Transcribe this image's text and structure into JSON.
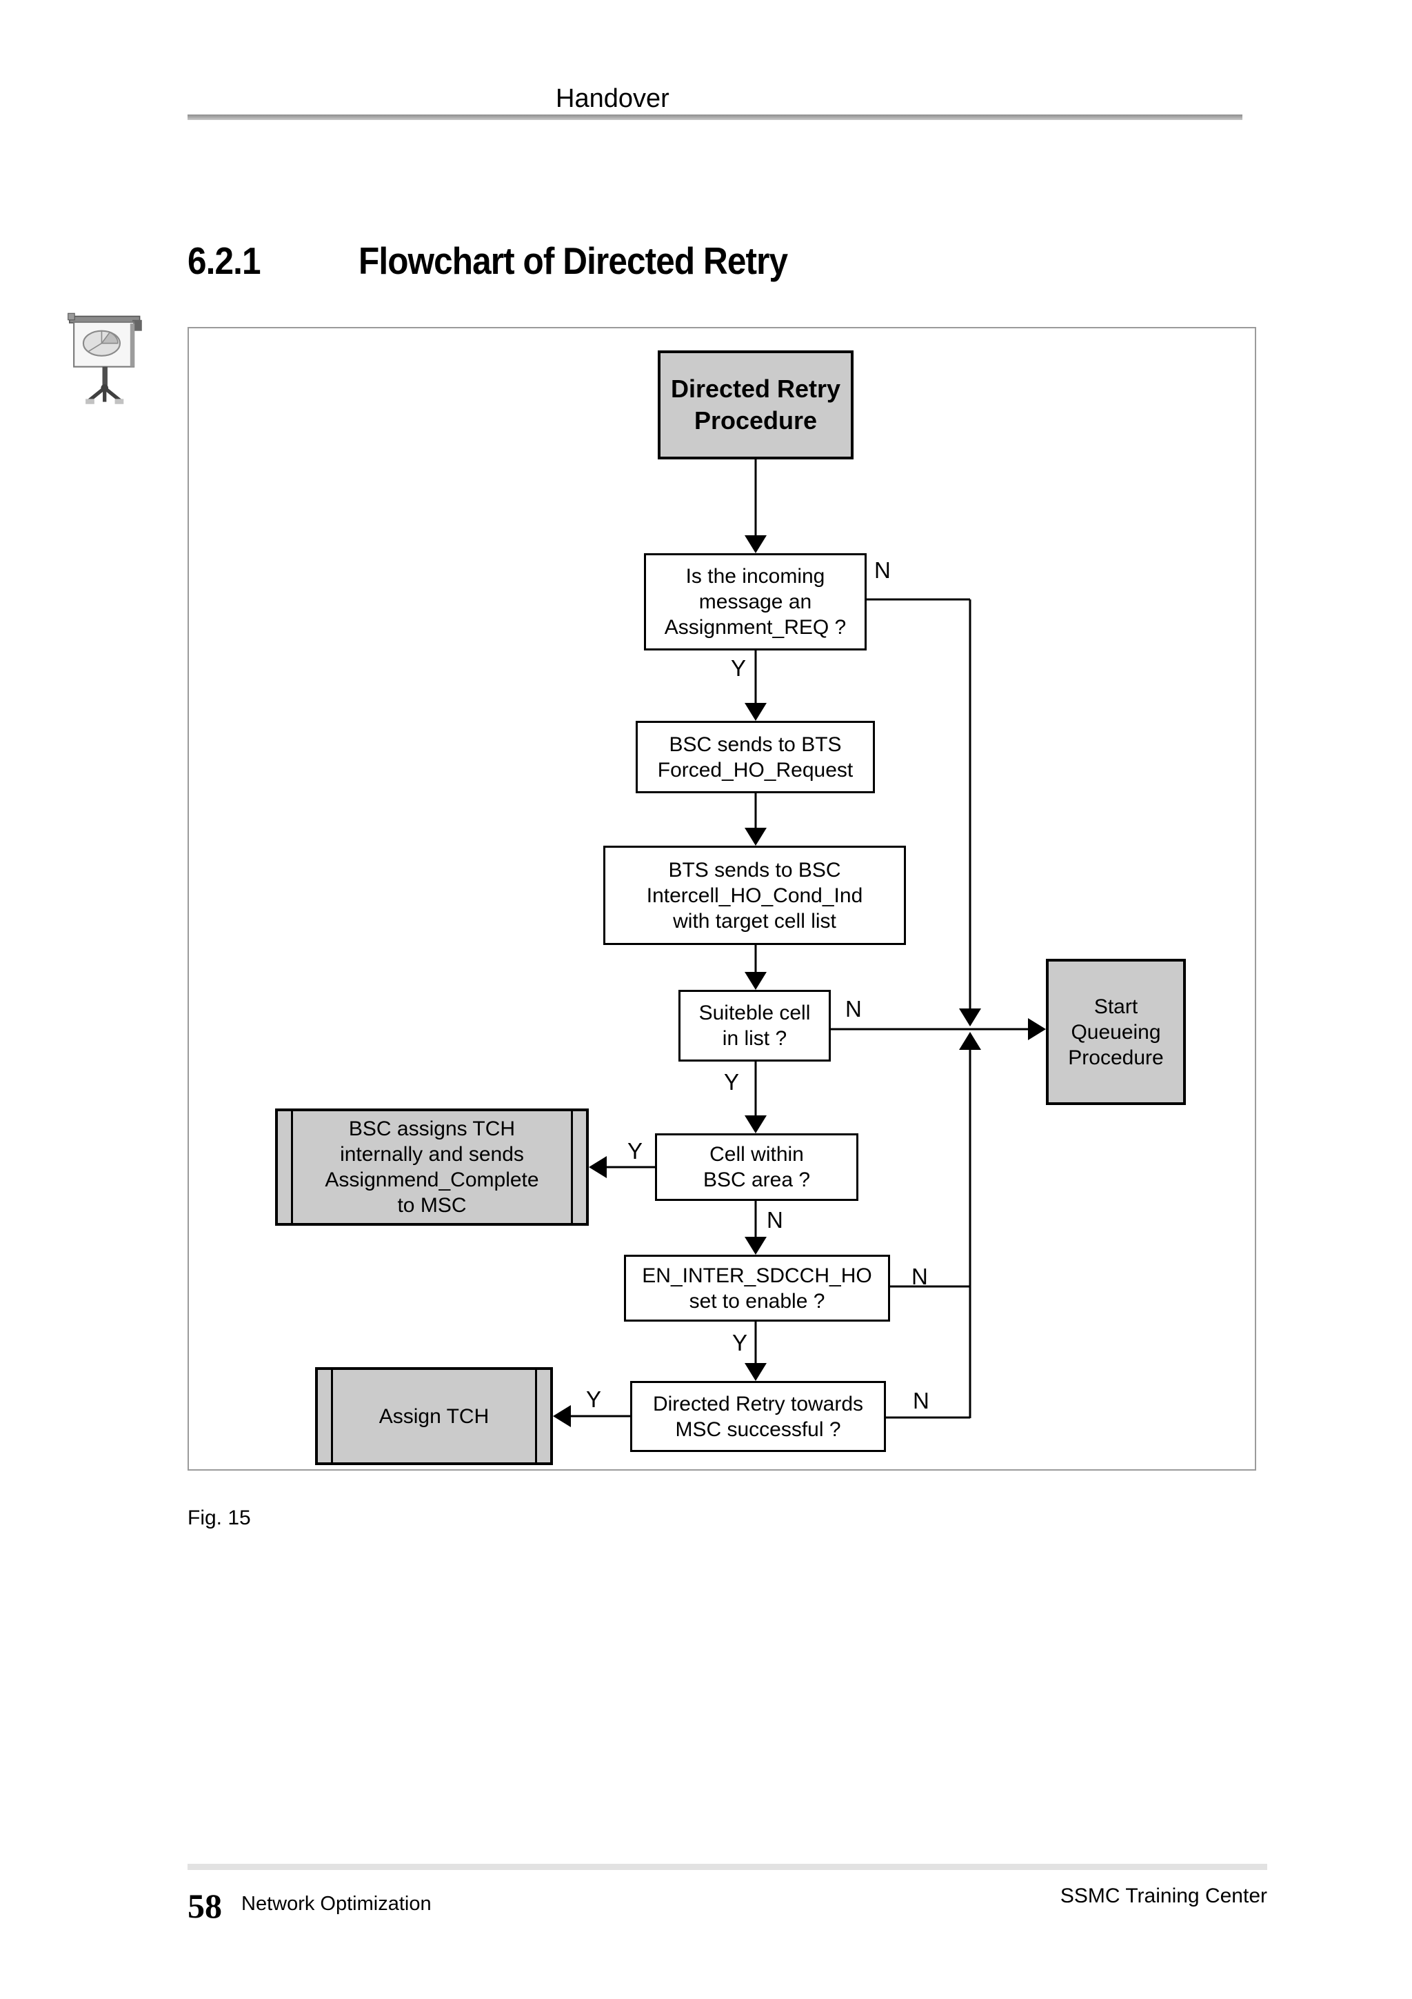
{
  "page": {
    "header_title": "Handover",
    "section_number": "6.2.1",
    "section_title": "Flowchart of Directed Retry",
    "figure_caption": "Fig. 15",
    "footer_page_number": "58",
    "footer_left": "Network Optimization",
    "footer_right": "SSMC Training Center"
  },
  "flowchart": {
    "labels": {
      "yes": "Y",
      "no": "N"
    },
    "colors": {
      "terminator_fill": "#cbcbcb",
      "process_fill": "#ffffff",
      "line": "#000000",
      "frame_border": "#9b9b9b"
    },
    "nodes": {
      "start": "Directed Retry\nProcedure",
      "q_incoming": "Is the incoming\nmessage an\nAssignment_REQ ?",
      "p_forced_ho": "BSC sends to BTS\nForced_HO_Request",
      "p_intercell": "BTS sends to BSC\nIntercell_HO_Cond_Ind\nwith target cell list",
      "q_suitable": "Suiteble cell\nin list ?",
      "p_queueing": "Start\nQueueing\nProcedure",
      "q_bsc_area": "Cell within\nBSC area ?",
      "p_assign_internal": "BSC assigns TCH\ninternally and sends\nAssignmend_Complete\nto MSC",
      "q_en_inter": "EN_INTER_SDCCH_HO\nset to enable ?",
      "q_retry_success": "Directed Retry towards\nMSC successful ?",
      "p_assign_tch": "Assign TCH"
    }
  }
}
